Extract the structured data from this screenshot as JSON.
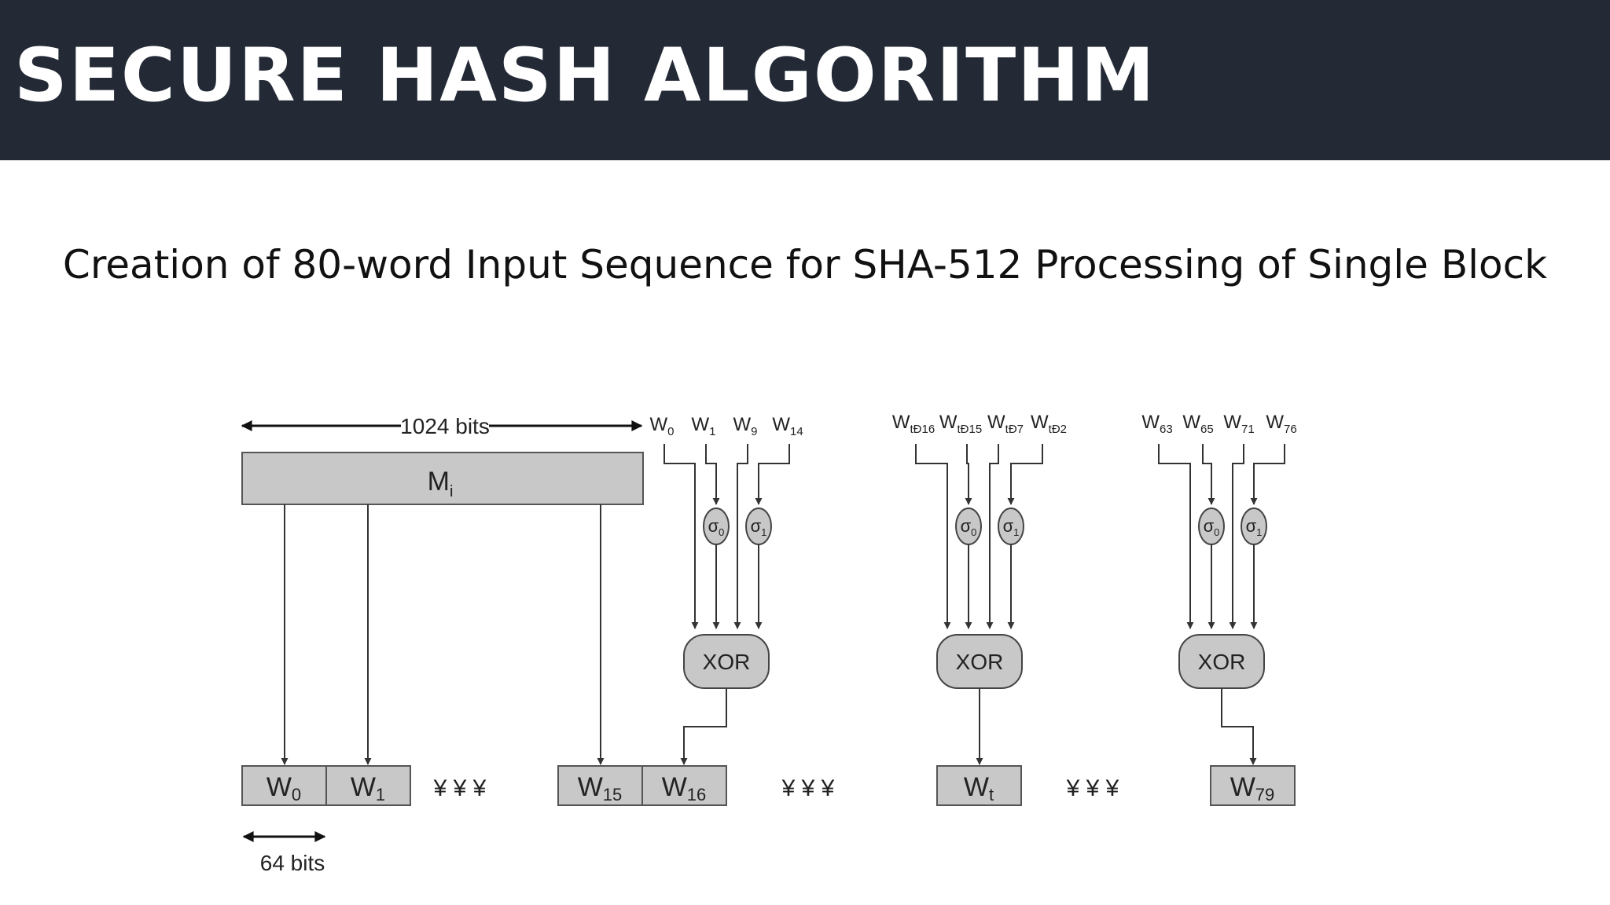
{
  "slide": {
    "title": "SECURE HASH ALGORITHM",
    "subtitle": "Creation of 80-word Input Sequence for SHA-512 Processing of Single Block"
  },
  "diagram": {
    "block_width_label": "1024 bits",
    "block_label": {
      "base": "M",
      "sub": "i"
    },
    "word_width_label": "64 bits",
    "groups": [
      {
        "inputs": [
          {
            "base": "W",
            "sub": "0"
          },
          {
            "base": "W",
            "sub": "1"
          },
          {
            "base": "W",
            "sub": "9"
          },
          {
            "base": "W",
            "sub": "14"
          }
        ],
        "sigma0": {
          "base": "σ",
          "sub": "0"
        },
        "sigma1": {
          "base": "σ",
          "sub": "1"
        },
        "xor_label": "XOR"
      },
      {
        "inputs": [
          {
            "base": "W",
            "sub": "tÐ16"
          },
          {
            "base": "W",
            "sub": "tÐ15"
          },
          {
            "base": "W",
            "sub": "tÐ7"
          },
          {
            "base": "W",
            "sub": "tÐ2"
          }
        ],
        "sigma0": {
          "base": "σ",
          "sub": "0"
        },
        "sigma1": {
          "base": "σ",
          "sub": "1"
        },
        "xor_label": "XOR"
      },
      {
        "inputs": [
          {
            "base": "W",
            "sub": "63"
          },
          {
            "base": "W",
            "sub": "65"
          },
          {
            "base": "W",
            "sub": "71"
          },
          {
            "base": "W",
            "sub": "76"
          }
        ],
        "sigma0": {
          "base": "σ",
          "sub": "0"
        },
        "sigma1": {
          "base": "σ",
          "sub": "1"
        },
        "xor_label": "XOR"
      }
    ],
    "words": [
      {
        "base": "W",
        "sub": "0"
      },
      {
        "base": "W",
        "sub": "1"
      },
      {
        "base": "W",
        "sub": "15"
      },
      {
        "base": "W",
        "sub": "16"
      },
      {
        "base": "W",
        "sub": "t"
      },
      {
        "base": "W",
        "sub": "79"
      }
    ],
    "ellipsis": [
      "¥ ¥ ¥",
      "¥ ¥ ¥",
      "¥ ¥ ¥"
    ]
  },
  "colors": {
    "header_bg": "#232a36",
    "box_fill": "#c8c8c8",
    "line": "#333333"
  }
}
